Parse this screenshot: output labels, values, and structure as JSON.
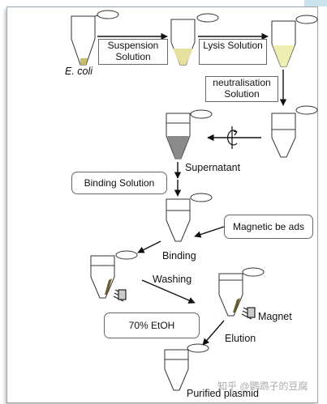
{
  "labels": {
    "ecoli": "E. coli",
    "suspension": "Suspension Solution",
    "lysis": "Lysis Solution",
    "neutralisation": "neutralisation Solution",
    "supernatant": "Supernatant",
    "binding_solution": "Binding Solution",
    "magnetic_beads": "Magnetic be ads",
    "binding": "Binding",
    "washing": "Washing",
    "etoh": "70% EtOH",
    "magnet": "Magnet",
    "elution": "Elution",
    "purified": "Purified plasmid"
  },
  "watermark": "知乎 @鹦鹉子的豆腐",
  "colors": {
    "tube_fill_cells": "#e4e0a0",
    "tube_fill_lysis": "#eeeeb0",
    "pellet": "#555555",
    "beads": "#6b5d2a"
  }
}
